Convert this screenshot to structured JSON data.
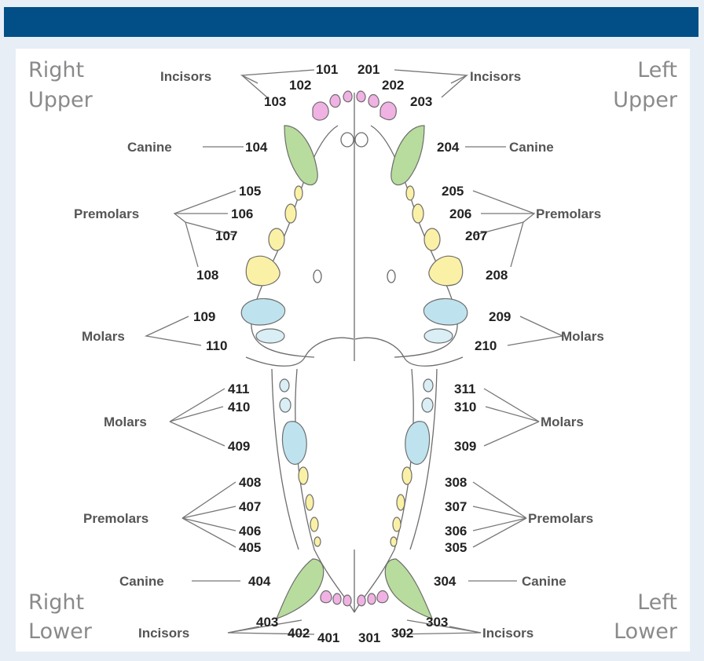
{
  "quadrants": {
    "right_upper": [
      "Right",
      "Upper"
    ],
    "left_upper": [
      "Left",
      "Upper"
    ],
    "right_lower": [
      "Right",
      "Lower"
    ],
    "left_lower": [
      "Left",
      "Lower"
    ]
  },
  "labels": {
    "incisors": "Incisors",
    "canine": "Canine",
    "premolars": "Premolars",
    "molars": "Molars"
  },
  "teeth": {
    "ru_incisors": [
      "101",
      "102",
      "103"
    ],
    "lu_incisors": [
      "201",
      "202",
      "203"
    ],
    "ru_canine": "104",
    "lu_canine": "204",
    "ru_premolars": [
      "105",
      "106",
      "107",
      "108"
    ],
    "lu_premolars": [
      "205",
      "206",
      "207",
      "208"
    ],
    "ru_molars": [
      "109",
      "110"
    ],
    "lu_molars": [
      "209",
      "210"
    ],
    "rl_molars": [
      "411",
      "410",
      "409"
    ],
    "ll_molars": [
      "311",
      "310",
      "309"
    ],
    "rl_premolars": [
      "408",
      "407",
      "406",
      "405"
    ],
    "ll_premolars": [
      "308",
      "307",
      "306",
      "305"
    ],
    "rl_canine": "404",
    "ll_canine": "304",
    "rl_incisors": [
      "403",
      "402",
      "401"
    ],
    "ll_incisors": [
      "301",
      "302",
      "303"
    ]
  },
  "colors": {
    "header": "#014f86",
    "background": "#e7eef6",
    "incisor": "#f0b2e3",
    "canine": "#b8dc9d",
    "premolar": "#fbf1a6",
    "molar": "#bfe3ee"
  }
}
